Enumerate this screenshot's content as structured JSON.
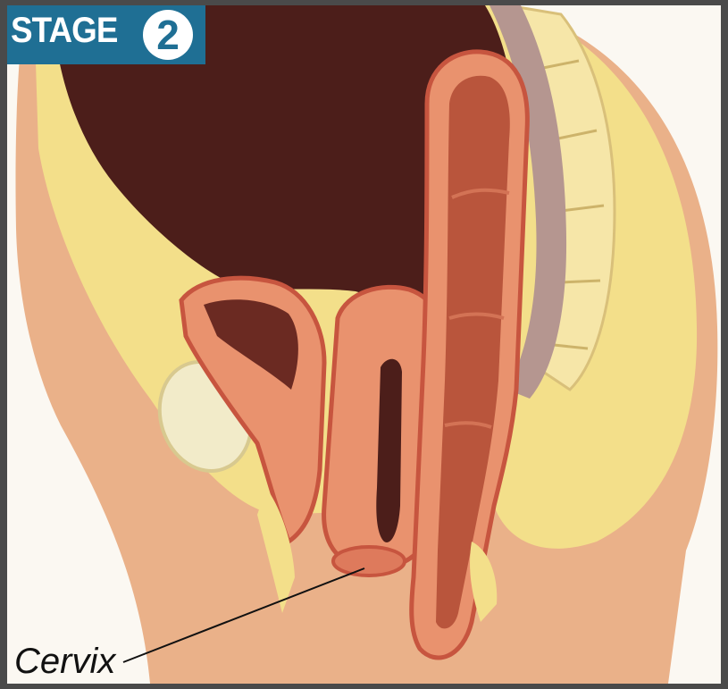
{
  "header": {
    "stage_word": "STAGE",
    "stage_number": "2"
  },
  "labels": {
    "cervix": "Cervix"
  },
  "colors": {
    "badge_blue": "#1f6f94",
    "frame_gray": "#4a4a4a",
    "skin": "#eab189",
    "fat_yellow": "#f3df8a",
    "bone": "#f6e6a8",
    "cavity_dark": "#4c1e1a",
    "muscle_pink": "#e9926e",
    "lining_red": "#c7553f"
  }
}
